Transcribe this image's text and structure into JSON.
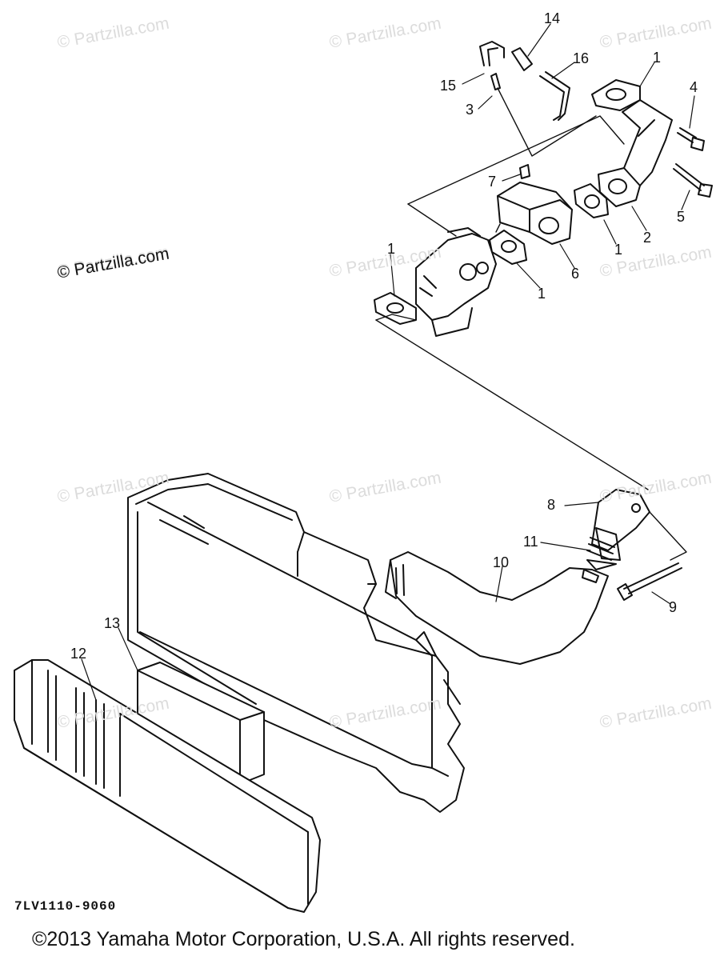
{
  "watermarks": [
    "© Partzilla.com",
    "© Partzilla.com",
    "© Partzilla.com",
    "© Partzilla.com",
    "© Partzilla.com",
    "© Partzilla.com",
    "© Partzilla.com",
    "© Partzilla.com",
    "© Partzilla.com",
    "© Partzilla.com",
    "© Partzilla.com",
    "© Partzilla.com"
  ],
  "watermark_main": "© Partzilla.com",
  "callouts": [
    "14",
    "16",
    "1",
    "4",
    "15",
    "3",
    "7",
    "2",
    "5",
    "1",
    "1",
    "6",
    "1",
    "1",
    "8",
    "11",
    "10",
    "9",
    "13",
    "12"
  ],
  "diagram_code": "7LV1110-9060",
  "copyright": "©2013  Yamaha Motor Corporation, U.S.A. All rights reserved."
}
